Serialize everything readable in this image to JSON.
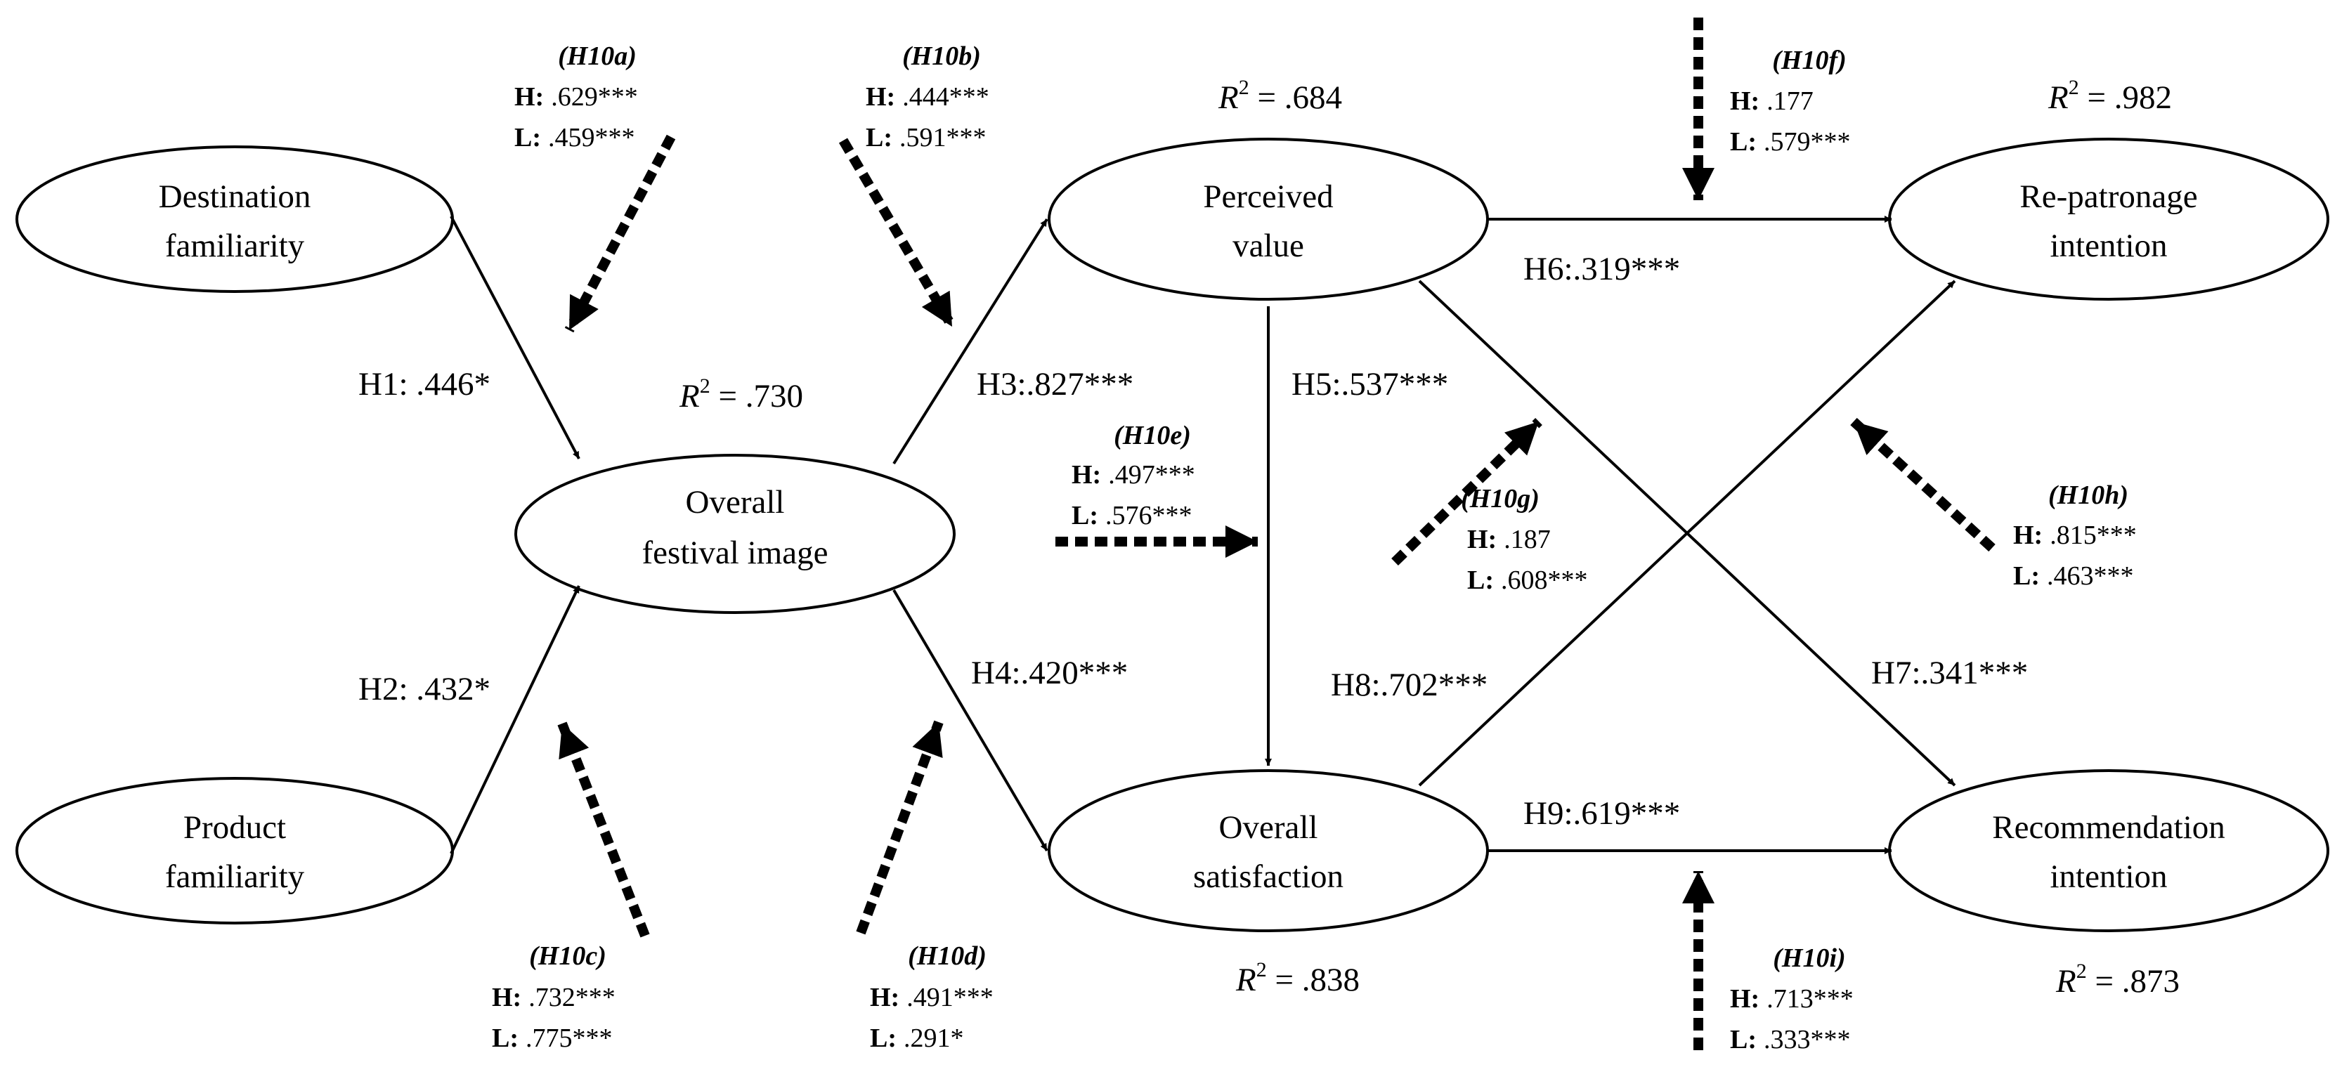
{
  "nodes": {
    "destination": {
      "line1": "Destination",
      "line2": "familiarity"
    },
    "product": {
      "line1": "Product",
      "line2": "familiarity"
    },
    "image": {
      "line1": "Overall",
      "line2": "festival image"
    },
    "value": {
      "line1": "Perceived",
      "line2": "value"
    },
    "satisfaction": {
      "line1": "Overall",
      "line2": "satisfaction"
    },
    "repatronage": {
      "line1": "Re-patronage",
      "line2": "intention"
    },
    "recommendation": {
      "line1": "Recommendation",
      "line2": "intention"
    }
  },
  "r2": {
    "image": ".730",
    "value": ".684",
    "satisfaction": ".838",
    "repatronage": ".982",
    "recommendation": ".873"
  },
  "r2_labels": {
    "R": "R",
    "sup": "2",
    "eq": " = "
  },
  "paths": {
    "h1": "H1: .446*",
    "h2": "H2: .432*",
    "h3": "H3:.827***",
    "h4": "H4:.420***",
    "h5": "H5:.537***",
    "h6": "H6:.319***",
    "h7": "H7:.341***",
    "h8": "H8:.702***",
    "h9": "H9:.619***"
  },
  "moderators": {
    "h10a": {
      "title": "(H10a)",
      "h": ".629***",
      "l": ".459***"
    },
    "h10b": {
      "title": "(H10b)",
      "h": ".444***",
      "l": ".591***"
    },
    "h10c": {
      "title": "(H10c)",
      "h": ".732***",
      "l": ".775***"
    },
    "h10d": {
      "title": "(H10d)",
      "h": ".491***",
      "l": ".291*"
    },
    "h10e": {
      "title": "(H10e)",
      "h": ".497***",
      "l": ".576***"
    },
    "h10f": {
      "title": "(H10f)",
      "h": ".177",
      "l": ".579***"
    },
    "h10g": {
      "title": "(H10g)",
      "h": ".187",
      "l": ".608***"
    },
    "h10h": {
      "title": "(H10h)",
      "h": ".815***",
      "l": ".463***"
    },
    "h10i": {
      "title": "(H10i)",
      "h": ".713***",
      "l": ".333***"
    }
  },
  "mod_keys": {
    "h": "H:",
    "l": "L:"
  }
}
